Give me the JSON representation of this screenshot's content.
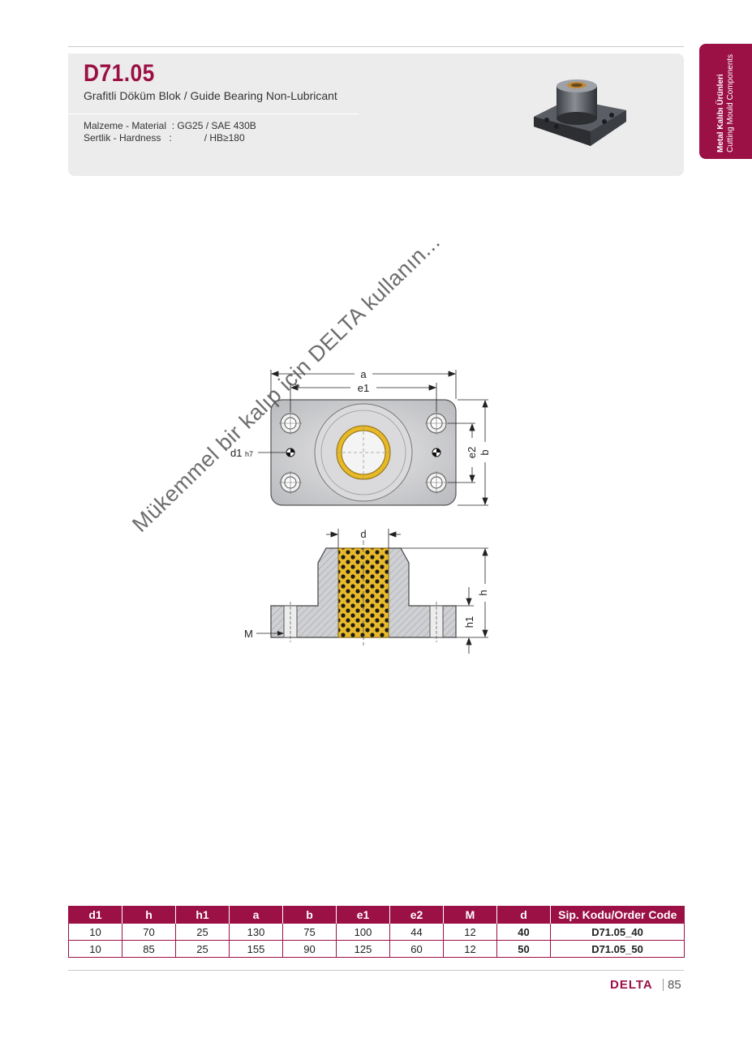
{
  "header": {
    "code": "D71.05",
    "subtitle": "Grafitli Döküm Blok / Guide Bearing Non-Lubricant",
    "material_line": "Malzeme - Material  : GG25 / SAE 430B",
    "hardness_line": "Sertlik - Hardness   :            / HB≥180"
  },
  "side_tab": {
    "title": "Metal Kalıbı Ürünleri",
    "subtitle": "Cutting Mould Components"
  },
  "drawing_labels": {
    "a": "a",
    "e1": "e1",
    "d1": "d1",
    "h7": "h7",
    "e2": "e2",
    "b": "b",
    "d": "d",
    "h": "h",
    "h1": "h1",
    "M": "M"
  },
  "watermark": "Mükemmel bir kalıp için DELTA kullanın...",
  "table": {
    "headers": [
      "d1",
      "h",
      "h1",
      "a",
      "b",
      "e1",
      "e2",
      "M",
      "d",
      "Sip. Kodu/Order Code"
    ],
    "rows": [
      [
        "10",
        "70",
        "25",
        "130",
        "75",
        "100",
        "44",
        "12",
        "40",
        "D71.05_40"
      ],
      [
        "10",
        "85",
        "25",
        "155",
        "90",
        "125",
        "60",
        "12",
        "50",
        "D71.05_50"
      ]
    ]
  },
  "footer": {
    "brand": "DELTA",
    "page": "85"
  },
  "colors": {
    "accent": "#9b1045",
    "bronze": "#e3b72a",
    "panel": "#ececec"
  }
}
